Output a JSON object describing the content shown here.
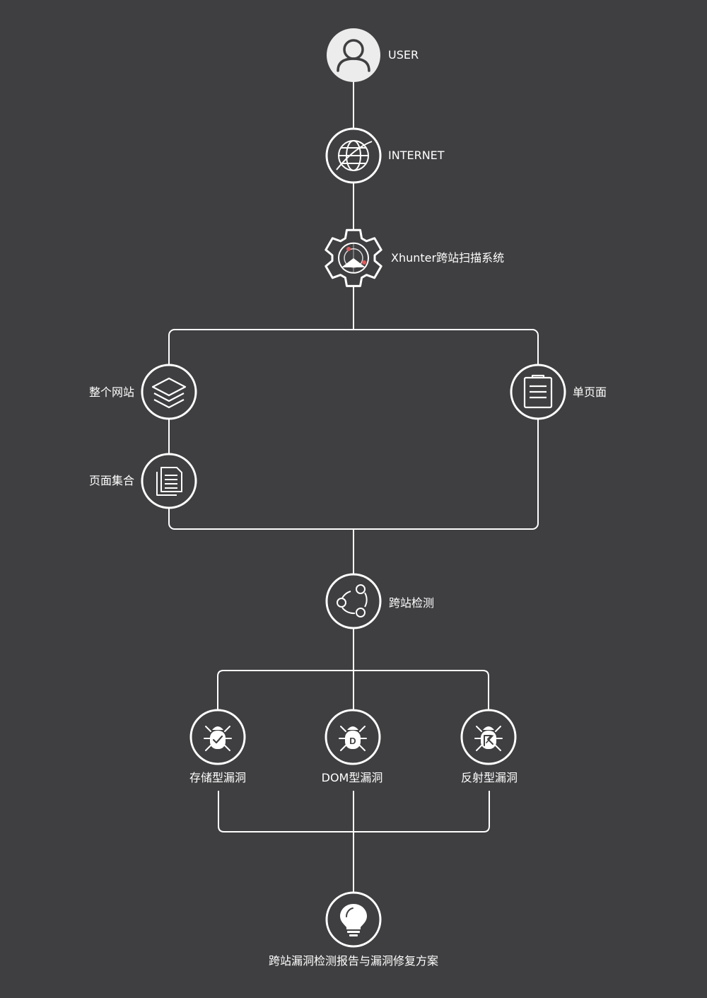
{
  "nodes": {
    "user": {
      "label": "USER",
      "icon": "user-icon"
    },
    "internet": {
      "label": "INTERNET",
      "icon": "globe-icon"
    },
    "scanner": {
      "label": "Xhunter跨站扫描系统",
      "icon": "gear-radar-icon"
    },
    "whole_site": {
      "label": "整个网站",
      "icon": "layers-icon"
    },
    "page_set": {
      "label": "页面集合",
      "icon": "documents-icon"
    },
    "single_page": {
      "label": "单页面",
      "icon": "clipboard-icon"
    },
    "xss_detect": {
      "label": "跨站检测",
      "icon": "share-icon"
    },
    "stored_vuln": {
      "label": "存储型漏洞",
      "icon": "bug-check-icon"
    },
    "dom_vuln": {
      "label": "DOM型漏洞",
      "icon": "bug-d-icon"
    },
    "reflected_vuln": {
      "label": "反射型漏洞",
      "icon": "bug-flag-icon"
    },
    "report": {
      "label": "跨站漏洞检测报告与漏洞修复方案",
      "icon": "lightbulb-icon"
    }
  },
  "colors": {
    "background": "#3f3f41",
    "line": "#ffffff",
    "user_circle": "#ececec",
    "radar_dot": "#e05a5a"
  }
}
